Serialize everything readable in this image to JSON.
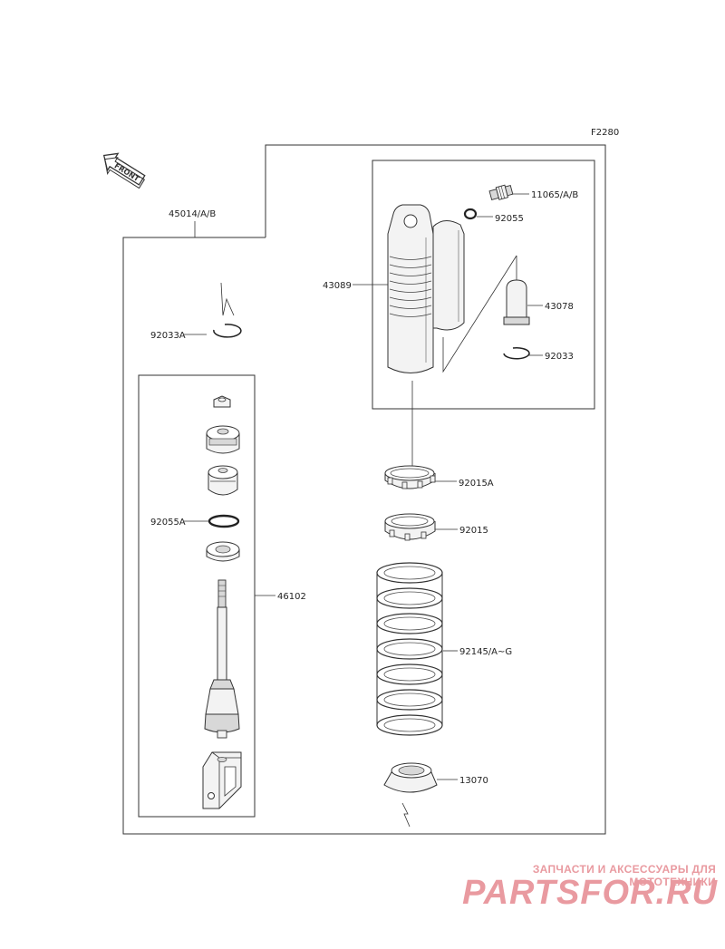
{
  "figure_code": "F2280",
  "front_arrow_text": "FRONT",
  "parts": {
    "assembly": "45014/A/B",
    "reservoir_valve": "11065/A/B",
    "oring_top": "92055",
    "shock_body": "43089",
    "bladder": "43078",
    "circlip_right": "92033",
    "circlip_left": "92033A",
    "adjuster_nut": "92015A",
    "locknut": "92015",
    "oring_left": "92055A",
    "piston_rod_assy": "46102",
    "spring": "92145/A~G",
    "spring_seat": "13070"
  },
  "watermark": {
    "tagline": "ЗАПЧАСТИ И АКСЕССУАРЫ ДЛЯ МОТОТЕХНИКИ",
    "logo": "PARTSFOR.RU"
  },
  "colors": {
    "line": "#333333",
    "part_fill": "#f3f3f3",
    "part_shade": "#d8d8d8",
    "watermark": "#e99aa0"
  }
}
